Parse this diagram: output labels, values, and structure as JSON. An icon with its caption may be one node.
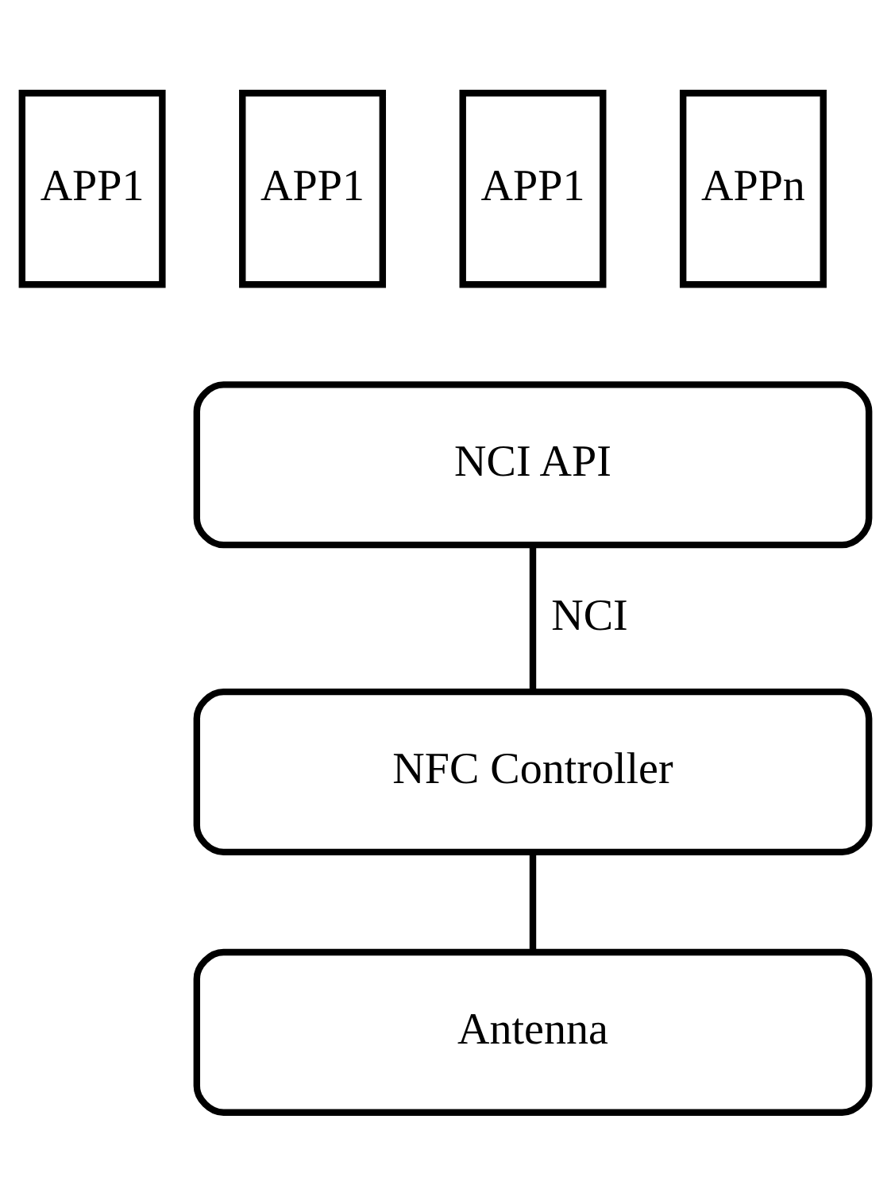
{
  "diagram": {
    "nodes": [
      {
        "text": [
          "APP1"
        ]
      },
      {
        "text": [
          "APP1"
        ]
      },
      {
        "text": [
          "APP1"
        ]
      },
      {
        "text": [
          "APPn"
        ]
      },
      {
        "text": [
          "NCI API"
        ]
      },
      {
        "text": [
          "NFC Controller"
        ]
      },
      {
        "text": [
          "Antenna"
        ]
      }
    ],
    "edges": [
      {
        "from": 4,
        "to": 5,
        "arrow": "none",
        "label": "NCI"
      },
      {
        "from": 5,
        "to": 6,
        "arrow": "none"
      }
    ]
  }
}
